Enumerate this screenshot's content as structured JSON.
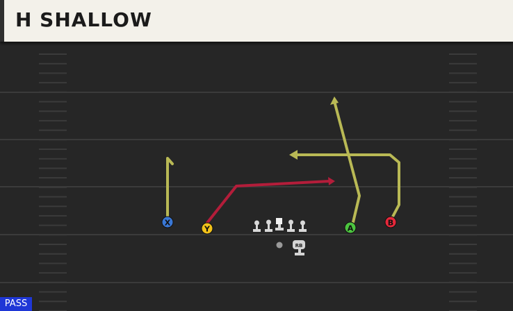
{
  "header": {
    "title": "H SHALLOW"
  },
  "play_type": {
    "label": "PASS",
    "color": "#1f37d6"
  },
  "routes": {
    "primary_color": "#b9b955",
    "highlight_color": "#b31d3a"
  },
  "players": [
    {
      "id": "X",
      "label": "X",
      "color": "#3a78d6"
    },
    {
      "id": "Y",
      "label": "Y",
      "color": "#f2c21a"
    },
    {
      "id": "A",
      "label": "A",
      "color": "#4cc43f"
    },
    {
      "id": "B",
      "label": "B",
      "color": "#e5283a"
    },
    {
      "id": "RB",
      "label": "RB",
      "color": "#d4d4d4"
    }
  ]
}
